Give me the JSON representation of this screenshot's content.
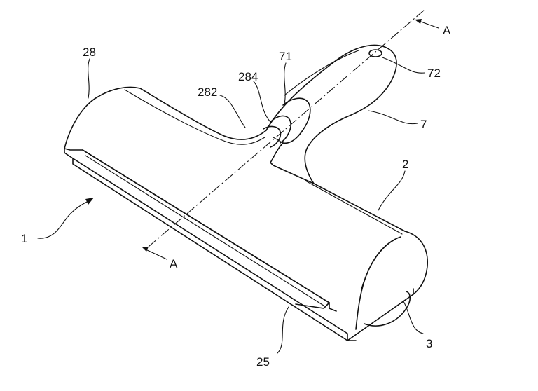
{
  "figure": {
    "reference_labels": {
      "device": "1",
      "body": "2",
      "roller": "3",
      "edge": "25",
      "cover": "28",
      "part_282": "282",
      "part_284": "284",
      "handle": "7",
      "part_71": "71",
      "hole": "72"
    },
    "section_marks": {
      "top": "A",
      "bottom": "A"
    }
  },
  "colors": {
    "ink": "#111111",
    "background": "#ffffff"
  }
}
